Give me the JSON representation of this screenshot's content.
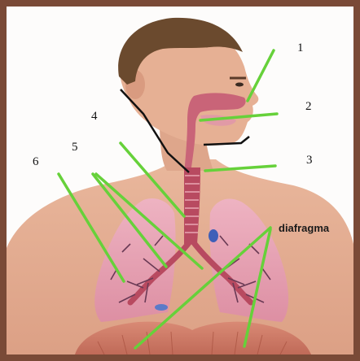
{
  "colors": {
    "frame": "#7a4a37",
    "background": "#ffffff",
    "skin": "#e8b49a",
    "hair": "#6b4a2e",
    "lung": "#e7a4b6",
    "airway": "#c2566a",
    "diaphragm": "#cf7a66",
    "pointer_green": "#66d13a",
    "pointer_black": "#111111"
  },
  "labels": {
    "n1": "1",
    "n2": "2",
    "n3": "3",
    "n4": "4",
    "n5": "5",
    "n6": "6",
    "diafragma": "diafragma"
  }
}
